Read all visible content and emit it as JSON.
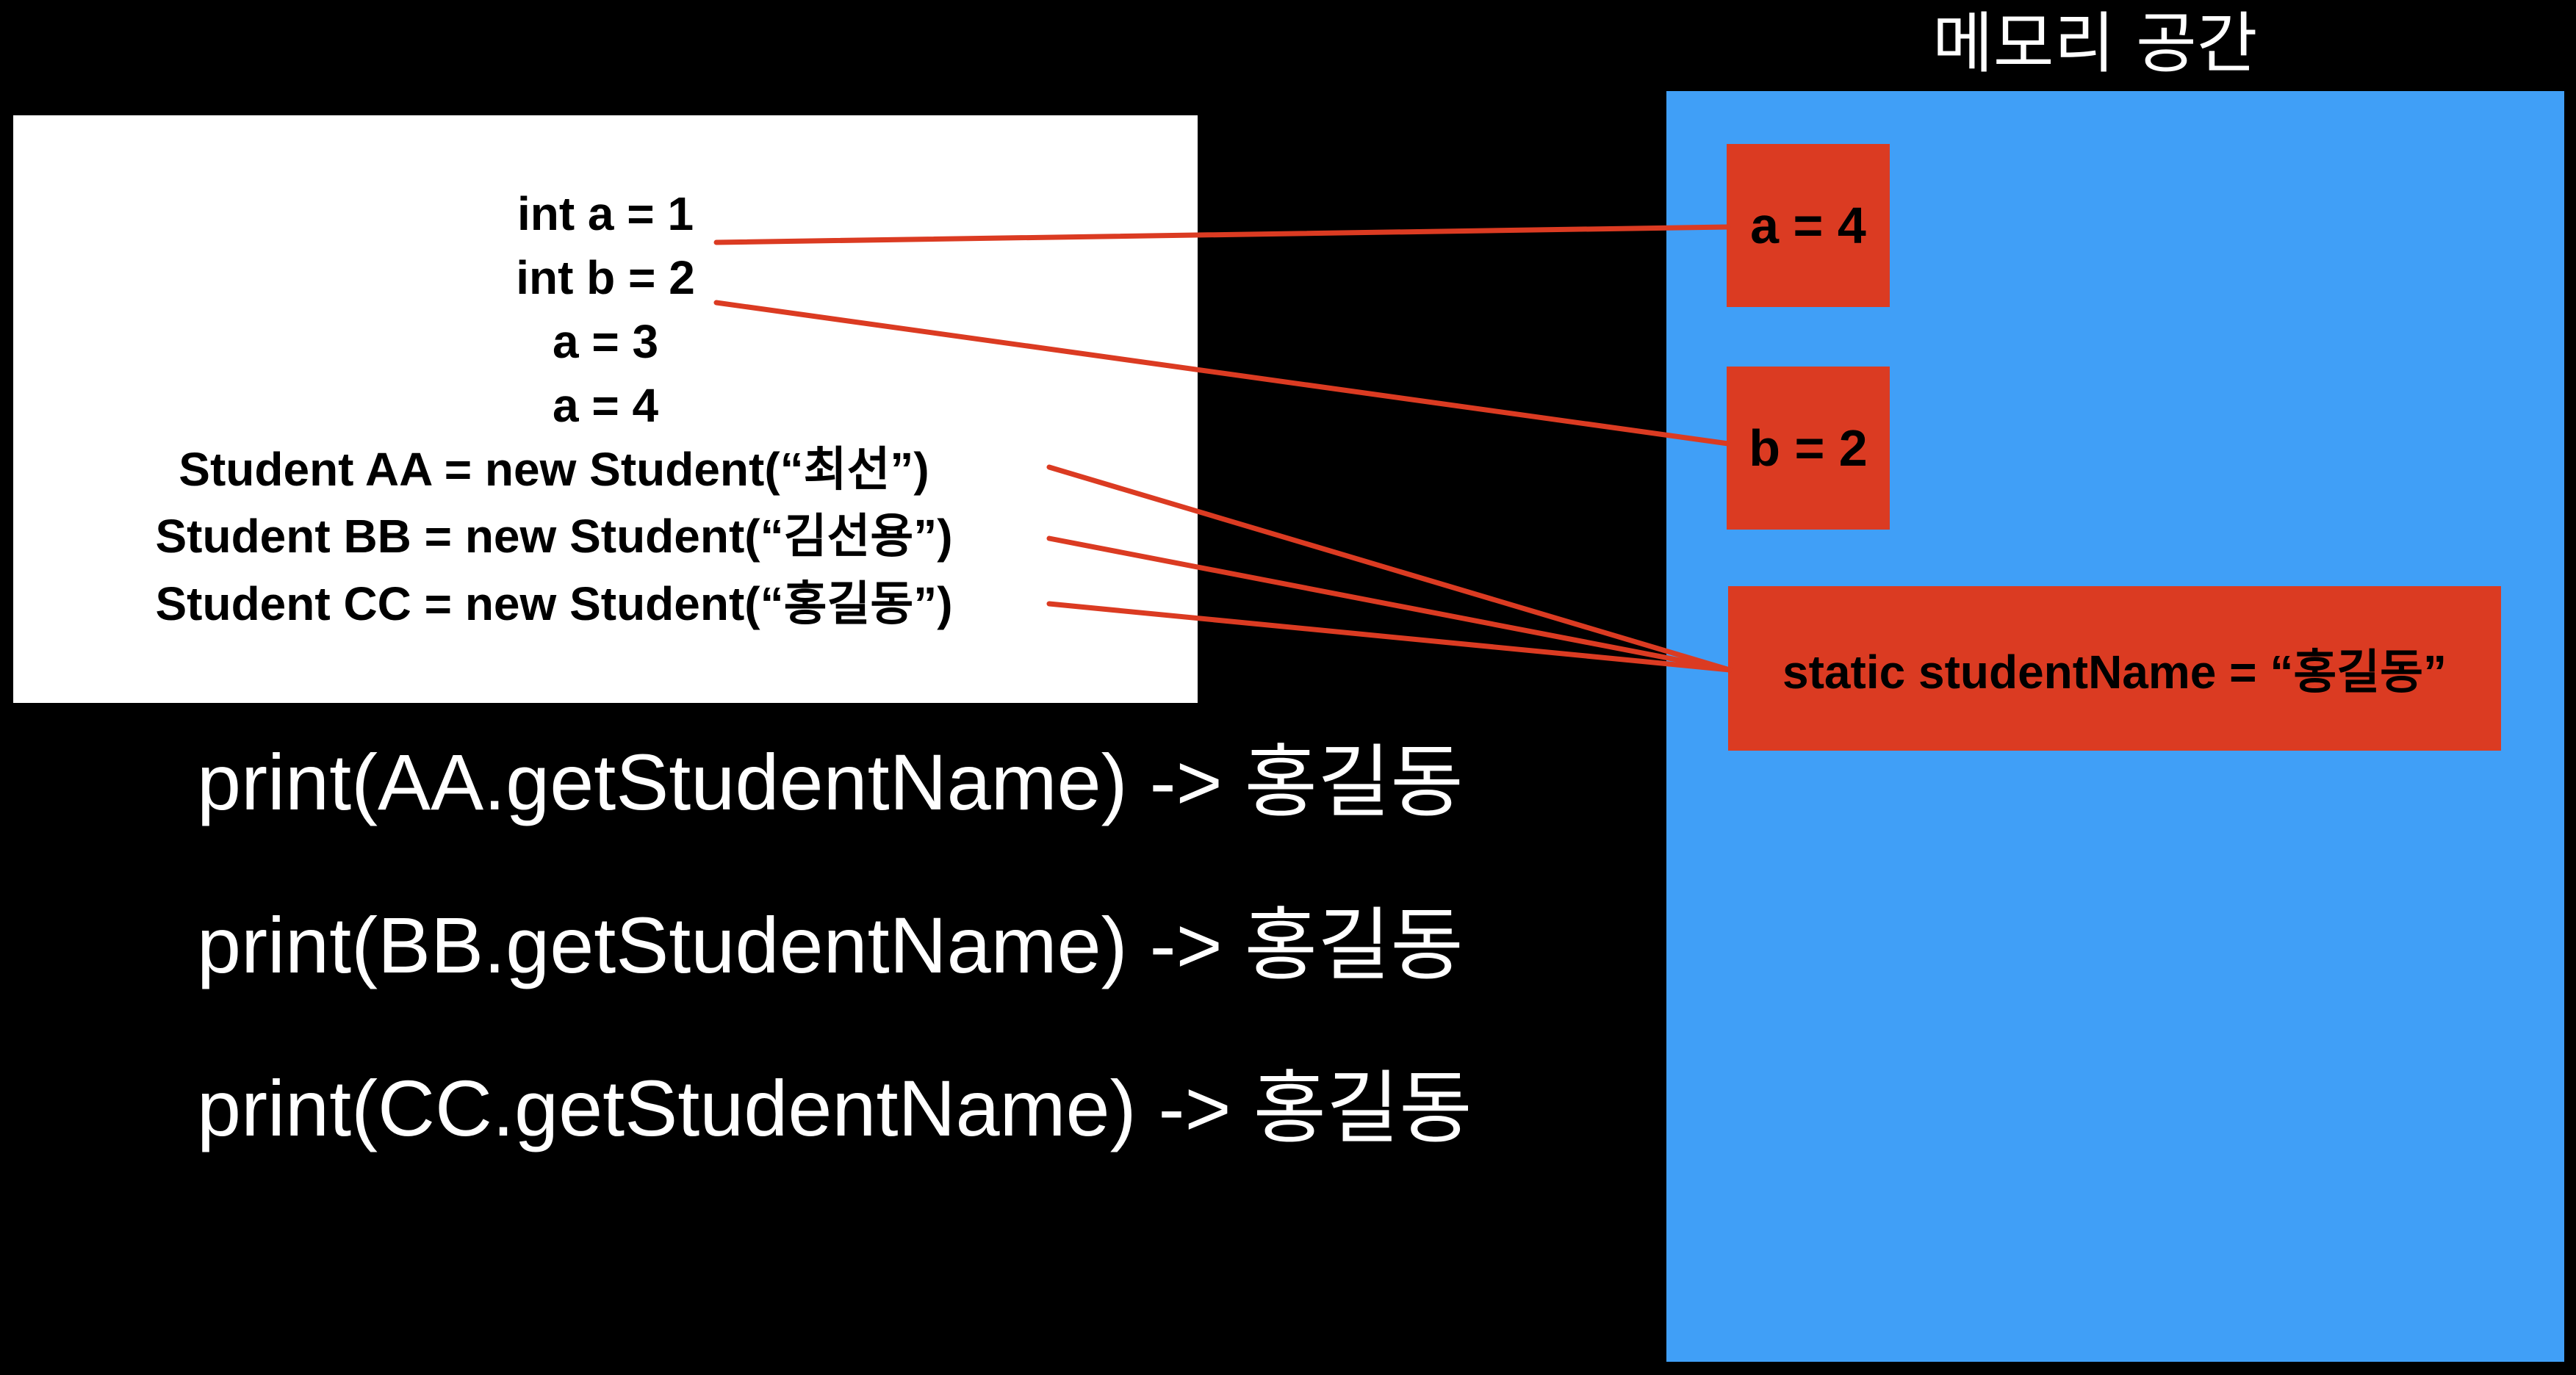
{
  "code": {
    "lines": [
      "int a = 1",
      "int b = 2",
      "a = 3",
      "a = 4",
      "Student AA = new Student(“최선”)",
      "Student BB = new Student(“김선용”)",
      "Student CC = new Student(“홍길동”)"
    ]
  },
  "outputs": [
    "print(AA.getStudentName) -> 홍길동",
    "print(BB.getStudentName) -> 홍길동",
    "print(CC.getStudentName) -> 홍길동"
  ],
  "memory": {
    "title": "메모리 공간",
    "cells": {
      "a": "a = 4",
      "b": "b = 2",
      "static": "static studentName = “홍길동”"
    }
  },
  "colors": {
    "background": "#000000",
    "code_box": "#ffffff",
    "memory_panel": "#409ff7",
    "memory_cell": "#db3b22",
    "connector": "#db3b22"
  }
}
